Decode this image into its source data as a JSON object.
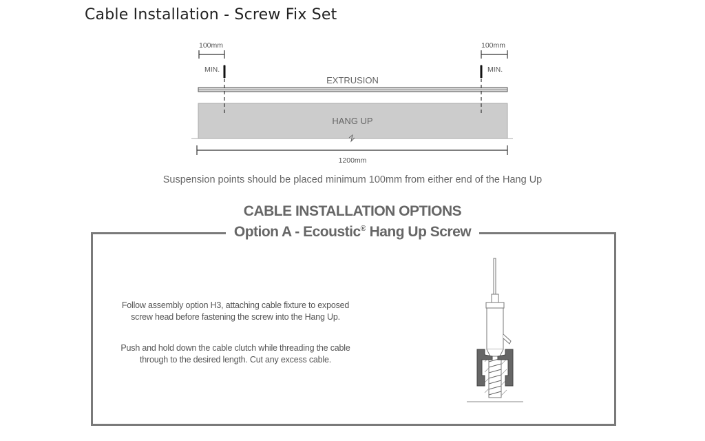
{
  "title": "Cable Installation - Screw Fix Set",
  "diagram": {
    "left_dimension": "100mm",
    "right_dimension": "100mm",
    "left_min": "MIN.",
    "right_min": "MIN.",
    "extrusion_label": "EXTRUSION",
    "hangup_label": "HANG UP",
    "total_length": "1200mm"
  },
  "note": "Suspension points should be placed minimum 100mm from either end of the Hang Up",
  "section_heading": "CABLE INSTALLATION OPTIONS",
  "option": {
    "title": "Option A - Ecoustic",
    "title_mark": "®",
    "title_suffix": " Hang Up Screw",
    "paragraph_1_line_1": "Follow assembly option H3, attaching cable fixture to exposed",
    "paragraph_1_line_2": "screw head before fastening the screw into the Hang Up.",
    "paragraph_2_line_1": "Push and hold down the cable clutch while threading the cable",
    "paragraph_2_line_2": "through to the desired length. Cut any excess cable."
  },
  "colors": {
    "text_grey": "#666666",
    "hangup_fill": "#cccccc",
    "border": "#7a7a7a"
  }
}
